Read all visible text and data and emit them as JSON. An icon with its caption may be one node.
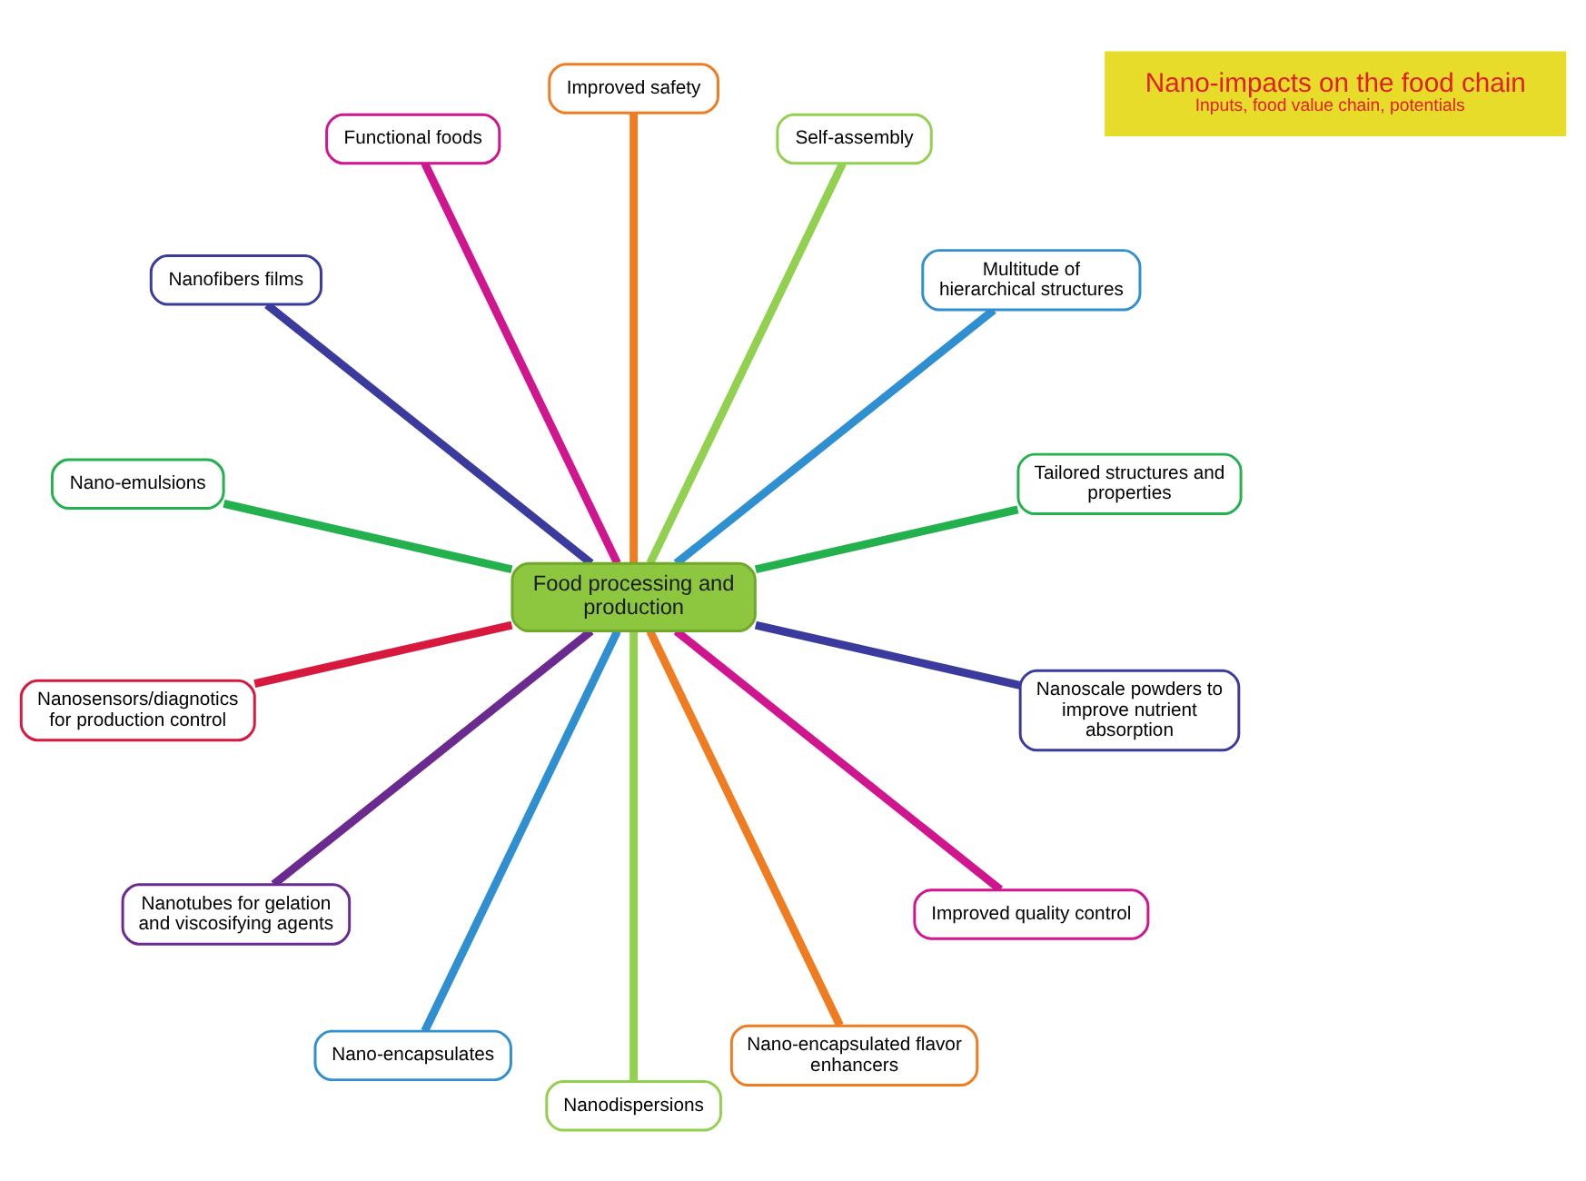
{
  "diagram": {
    "nodes": [
      {
        "text": [
          "Nano-impacts on the food chain",
          "Inputs, food value chain, potentials"
        ]
      },
      {
        "text": [
          "Food processing and production"
        ]
      },
      {
        "text": [
          "Tailored structures and properties"
        ]
      },
      {
        "text": [
          "Multitude of hierarchical structures"
        ]
      },
      {
        "text": [
          "Self-assembly"
        ]
      },
      {
        "text": [
          "Improved safety"
        ]
      },
      {
        "text": [
          "Functional foods"
        ]
      },
      {
        "text": [
          "Nanofibers films"
        ]
      },
      {
        "text": [
          "Nano-emulsions"
        ]
      },
      {
        "text": [
          "Nanosensors/diagnotics for production control"
        ]
      },
      {
        "text": [
          "Nanotubes for gelation and viscosifying agents"
        ]
      },
      {
        "text": [
          "Nano-encapsulates"
        ]
      },
      {
        "text": [
          "Nanodispersions"
        ]
      },
      {
        "text": [
          "Nano-encapsulated flavor enhancers"
        ]
      },
      {
        "text": [
          "Improved quality control"
        ]
      },
      {
        "text": [
          "Nanoscale powders to improve nutrient absorption"
        ]
      }
    ],
    "edges": [
      {
        "from": 1,
        "to": 2,
        "arrow": "none",
        "color": "#22b14c"
      },
      {
        "from": 1,
        "to": 3,
        "arrow": "none",
        "color": "#2f8fd0"
      },
      {
        "from": 1,
        "to": 4,
        "arrow": "none",
        "color": "#92d050"
      },
      {
        "from": 1,
        "to": 5,
        "arrow": "none",
        "color": "#f07c22"
      },
      {
        "from": 1,
        "to": 6,
        "arrow": "none",
        "color": "#d0168f"
      },
      {
        "from": 1,
        "to": 7,
        "arrow": "none",
        "color": "#3b3b9e"
      },
      {
        "from": 1,
        "to": 8,
        "arrow": "none",
        "color": "#22b14c"
      },
      {
        "from": 1,
        "to": 9,
        "arrow": "none",
        "color": "#d7193e"
      },
      {
        "from": 1,
        "to": 10,
        "arrow": "none",
        "color": "#6a2a8f"
      },
      {
        "from": 1,
        "to": 11,
        "arrow": "none",
        "color": "#2f8fd0"
      },
      {
        "from": 1,
        "to": 12,
        "arrow": "none",
        "color": "#92d050"
      },
      {
        "from": 1,
        "to": 13,
        "arrow": "none",
        "color": "#f07c22"
      },
      {
        "from": 1,
        "to": 14,
        "arrow": "none",
        "color": "#d0168f"
      },
      {
        "from": 1,
        "to": 15,
        "arrow": "none",
        "color": "#3b3b9e"
      }
    ]
  }
}
